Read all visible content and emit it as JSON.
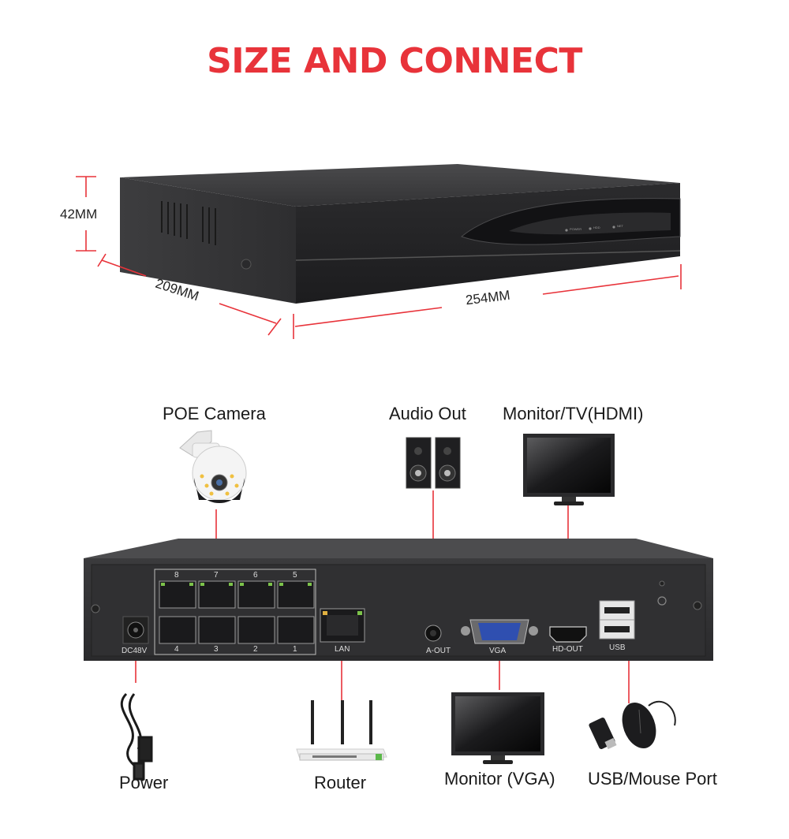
{
  "heading": "SIZE AND CONNECT",
  "dimensions": {
    "height": "42MM",
    "depth": "209MM",
    "width": "254MM"
  },
  "front_leds": [
    "POWER",
    "HDD",
    "NET"
  ],
  "devices": {
    "poe_camera": "POE Camera",
    "audio_out": "Audio Out",
    "monitor_hdmi": "Monitor/TV(HDMI)",
    "power": "Power",
    "router": "Router",
    "monitor_vga": "Monitor (VGA)",
    "usb_mouse": "USB/Mouse Port"
  },
  "port_labels": {
    "dc": "DC48V",
    "poe_top": [
      "8",
      "7",
      "6",
      "5"
    ],
    "poe_bottom": [
      "4",
      "3",
      "2",
      "1"
    ],
    "lan": "LAN",
    "aout": "A-OUT",
    "vga": "VGA",
    "hdout": "HD-OUT",
    "usb": "USB"
  },
  "colors": {
    "heading": "#e8333a",
    "connector": "#e8333a",
    "device_body": "#3a3a3c"
  }
}
